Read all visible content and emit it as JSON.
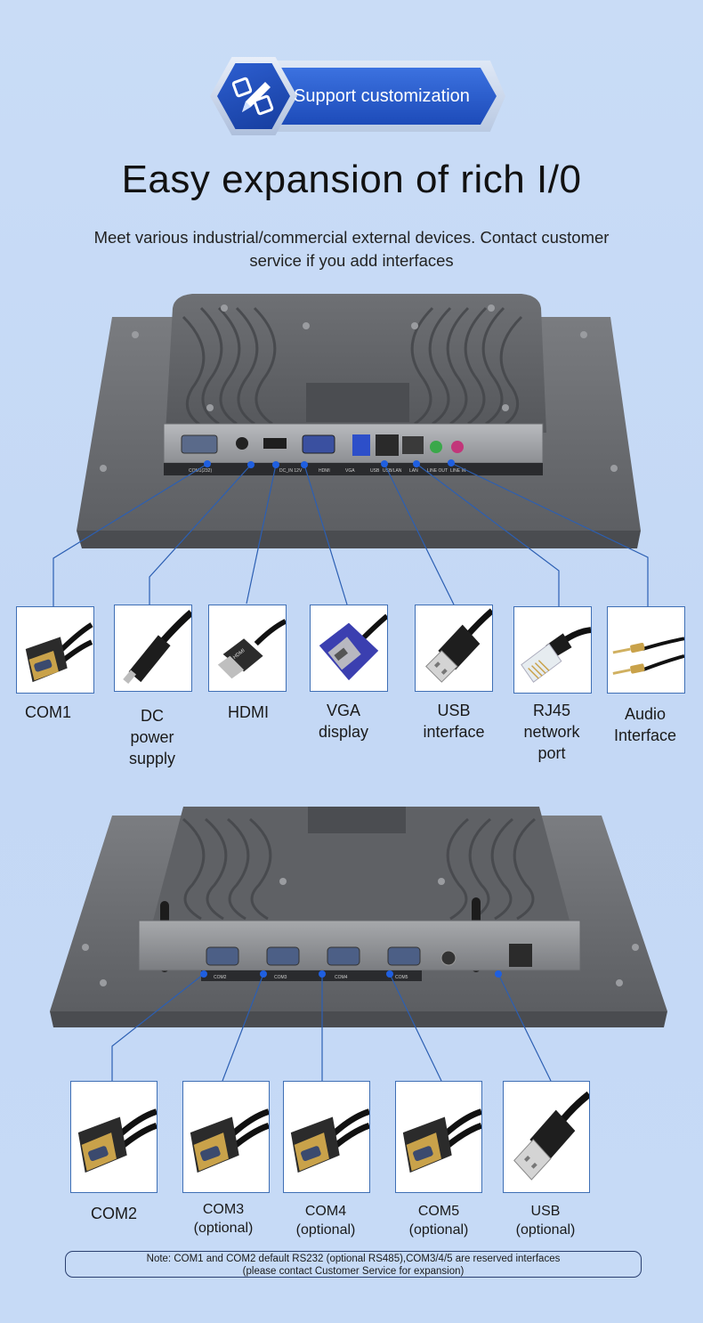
{
  "banner": {
    "text": "Support customization",
    "icon": "design-pencil-icon"
  },
  "title": "Easy expansion of rich I/0",
  "subtitle": "Meet various industrial/commercial external devices. Contact customer service if you add interfaces",
  "panel1": {
    "port_silkscreen": [
      "COM1(232)",
      "DC_IN 12V",
      "HDMI",
      "VGA",
      "USB",
      "USB/LAN",
      "LAN",
      "LINE OUT",
      "LINE IN"
    ]
  },
  "ports_top": [
    {
      "label": "COM1",
      "icon": "db9-serial-cable-icon"
    },
    {
      "label": "DC\npower\nsupply",
      "icon": "dc-power-plug-icon"
    },
    {
      "label": "HDMI",
      "icon": "hdmi-cable-icon"
    },
    {
      "label": "VGA\ndisplay",
      "icon": "vga-cable-icon"
    },
    {
      "label": "USB\ninterface",
      "icon": "usb-cable-icon"
    },
    {
      "label": "RJ45\nnetwork\nport",
      "icon": "rj45-cable-icon"
    },
    {
      "label": "Audio\nInterface",
      "icon": "audio-jack-cable-icon"
    }
  ],
  "panel2": {
    "port_silkscreen": [
      "COM2",
      "COM3",
      "COM4",
      "COM5"
    ]
  },
  "ports_bottom": [
    {
      "label": "COM2",
      "icon": "db9-serial-cable-icon"
    },
    {
      "label": "COM3\n(optional)",
      "icon": "db9-serial-cable-icon"
    },
    {
      "label": "COM4\n(optional)",
      "icon": "db9-serial-cable-icon"
    },
    {
      "label": "COM5\n(optional)",
      "icon": "db9-serial-cable-icon"
    },
    {
      "label": "USB\n(optional)",
      "icon": "usb-cable-icon"
    }
  ],
  "note": {
    "line1": "Note: COM1 and COM2 default RS232 (optional RS485),COM3/4/5 are reserved interfaces",
    "line2": "(please contact Customer Service for expansion)"
  },
  "colors": {
    "accent": "#2457c9",
    "connector_line": "#2c5fb3",
    "panel": "#6b6d70",
    "dot": "#1f5fe0"
  }
}
